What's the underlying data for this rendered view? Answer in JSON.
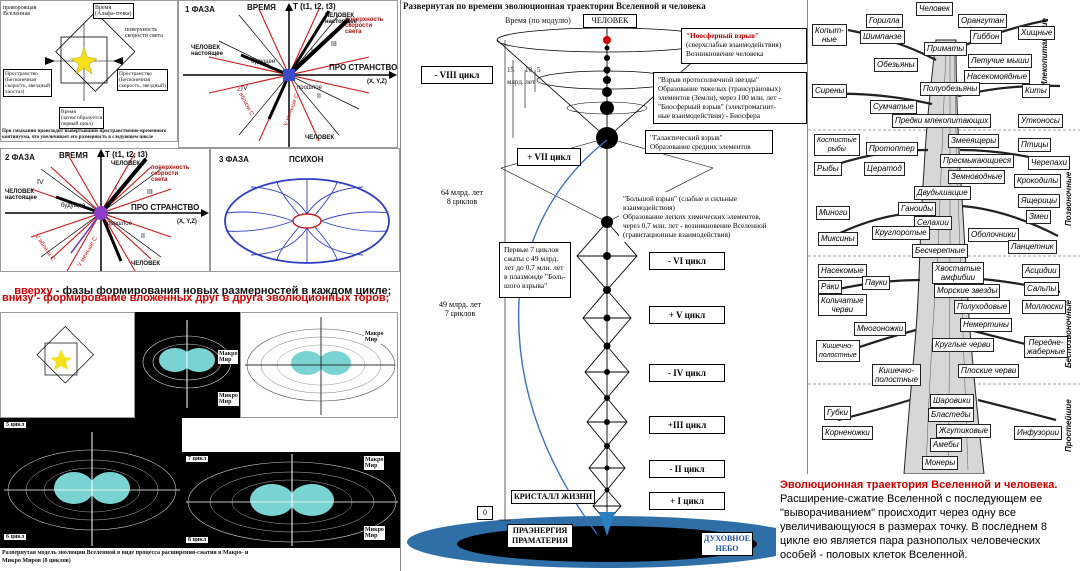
{
  "top_left": {
    "item1": "правороящая\nВселенная",
    "item2": "Время\n(Альфа-точка)",
    "item3": "поверхность\nскорости света",
    "item4": "Пространство\n(Бесконечная\nскорость, звездный\nхаостаз)",
    "item5": "Пространство\n(Бесконечная\nскорость, звездный)",
    "item6": "Время\n(затем образуется\nпервый цикл)",
    "caption": "При смыкании происходит вывертывание пространственно-временного континуума, что увеличивает его размерность в следующем цикле"
  },
  "phase1": {
    "label": "1 ФАЗА",
    "time": "ВРЕМЯ",
    "time_axis": "T (t1, t2, t3)",
    "person_top": "ЧЕЛОВЕК\nнастоящее",
    "light": "поверхность\nскорости\nсвета",
    "person_left": "ЧЕЛОВЕК\nнастоящее",
    "space": "ПРО СТРАНСТВО",
    "xyz": "(X, Y,Z)",
    "future": "будущее",
    "past": "прошлое",
    "person_bottom": "ЧЕЛОВЕК",
    "roman": [
      "I",
      "II",
      "III",
      "IV"
    ],
    "vnear": "V вблизи С",
    "vlow": "V меньше С"
  },
  "phase2": {
    "label": "2 ФАЗА",
    "time": "ВРЕМЯ",
    "time_axis": "T (t1, t2, t3)",
    "person_top": "ЧЕЛОВЕК",
    "light": "поверхность\nскорости\nсвета",
    "person_left": "ЧЕЛОВЕК\nнастоящее",
    "space": "ПРО СТРАНСТВО",
    "xyz": "(X, Y,Z)",
    "future": "будущее",
    "past": "прошлое",
    "person_bottom": "ЧЕЛОВЕК",
    "roman": [
      "I",
      "II",
      "III",
      "IV"
    ],
    "vnear": "V вблизи С",
    "vlow": "V меньше С"
  },
  "phase3": {
    "label": "3 ФАЗА",
    "psychon": "ПСИХОН"
  },
  "caption": {
    "line1_red": "вверху",
    "line1_rest": " - фазы формирования новых размерностей в каждом цикле;",
    "line2_red": "внизу - формирование вложенных друг в друга эволюционных торов;"
  },
  "tori": {
    "macro_micro": "Макро\nМир",
    "micro": "Микро\nМир",
    "macro": "Макро\nМир",
    "cycles": [
      "5 цикл",
      "6 цикл",
      "7 цикл",
      "8 цикл"
    ],
    "bottom_caption": "Развернутая модель эволюции Вселенной в виде процесса расширения-сжатия в Макро- и Микро Миров (8 циклов)"
  },
  "center": {
    "title": "Развернутая по времени эволюционная траектория Вселенной и человека",
    "time_label": "Время  (по модулю)",
    "human": "ЧЕЛОВЕК",
    "noo_red": "\"Ноосферный взрыв\"",
    "noo_rest": "(сверхслабые взаимодействия)\nВозникновение человека",
    "proto": "\"Взрыв протосолнечной звезды\"\nОбразование тяжелых (трансурановых)\nэлементов (Земли), через 100 млн. лет -\n\"Биосферный взрыв\" (электромагнит-\nные взаимодействия) - Биосфера",
    "galactic": "\"Галактический взрыв\"\nОбразование средних  элементов",
    "bigbang": "\"Большой взрыв\" (слабые и сильные\nвзаимодействия)\nОбразование легких химических элементов,\nчерез 0,7 млн. лет - возникновение Вселенной\n(гравитационные взаимодействия)",
    "first7": "Первые 7 циклов\nсжаты с 49 млрд.\nлет до 0,7 млн. лет\nв плазмоиде \"Боль-\nшого взрыва\"",
    "yrs64": "64 млрд. лет\n8 циклов",
    "yrs49": "49 млрд. лет\n7 циклов",
    "yrs15": "15",
    "yrs10": "10",
    "yrs5": "5",
    "mlrd": "млрд. лет",
    "cyc_viii": "- VIII  цикл",
    "cyc_vii": "+ VII цикл",
    "cyc_vi": "- VI цикл",
    "cyc_v": "+ V цикл",
    "cyc_iv": "- IV цикл",
    "cyc_iii": "+III цикл",
    "cyc_ii": "- II цикл",
    "cyc_i": "+ I цикл",
    "crystal": "КРИСТАЛЛ ЖИЗНИ",
    "zero": "0",
    "praenergy": "ПРАЭНЕРГИЯ\nПРАМАТЕРИЯ",
    "spirit_sky": "ДУХОВНОЕ\nНЕБО"
  },
  "tree": {
    "zones": [
      "Млекопитающие",
      "Позвоночные",
      "Беспозвоночные",
      "Простейшие"
    ],
    "labels": {
      "r1": [
        "Копыт-\nные",
        "Горилла",
        "Орангутан",
        "Человек"
      ],
      "r2": [
        "Шимпанзе",
        "Гиббон",
        "Хищные"
      ],
      "r3": [
        "Приматы"
      ],
      "r4": [
        "Обезьяны",
        "Летучие мыши"
      ],
      "r5": [
        "Сирены",
        "Насекомоядные"
      ],
      "r6": [
        "Полуобезьяны"
      ],
      "r7": [
        "Сумчатые",
        "Киты"
      ],
      "r8": [
        "Предки млекопитающих",
        "Утконосы"
      ],
      "r9": [
        "Костистые\nрыбы",
        "Протоптер",
        "Змееящеры",
        "Птицы"
      ],
      "r10": [
        "Пресмыкающиеся",
        "Черепахи"
      ],
      "r11": [
        "Рыбы",
        "Цератод",
        "Земноводные",
        "Крокодилы"
      ],
      "r12": [
        "Двудышащие",
        "Ящерицы"
      ],
      "r13": [
        "Ганоиды",
        "Змеи"
      ],
      "r14": [
        "Миноги",
        "Селахии"
      ],
      "r15": [
        "Миксины",
        "Круглоротые",
        "Оболочники"
      ],
      "r16": [
        "Бесчерепные",
        "Ланцетник"
      ],
      "r17": [
        "Насекомые",
        "Хвостатые\nамфибии",
        "Асцидии"
      ],
      "r18": [
        "Раки",
        "Пауки",
        "Морские звезды",
        "Сальпы"
      ],
      "r19": [
        "Кольчатые\nчерви",
        "Полуходовые",
        "Моллюски"
      ],
      "r20": [
        "Многоножки",
        "Немертины"
      ],
      "r21": [
        "Кишечно-\nполостные",
        "Круглые черви",
        "Передне-\nжаберные"
      ],
      "r22": [
        "Губки",
        "Кишечно-\nполостные",
        "Плоские черви"
      ],
      "r23": [
        "Корненожки",
        "Шаровики",
        "Инфузории"
      ],
      "r24": [
        "Бластеды"
      ],
      "r25": [
        "Амебы",
        "Жгутиковые"
      ],
      "r26": [
        "Монеры"
      ]
    }
  },
  "bottom_right": {
    "title_red": "Эволюционная траектория Вселенной и человека.",
    "text": " Расширение-сжатие Вселенной с последующем ее \"выворачиванием\" происходит через одну все увеличивающуюся в размерах точку. В последнем 8 цикле ею является пара разнополых человеческих особей - половых клеток Вселенной."
  }
}
